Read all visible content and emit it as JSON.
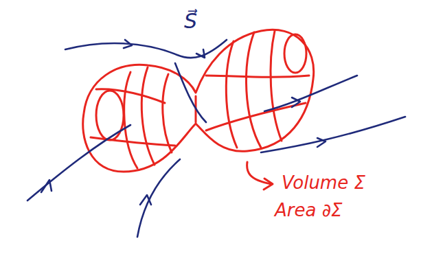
{
  "diagram": {
    "labels": [
      "S⃗",
      "Volume Σ",
      "Area ∂Σ"
    ]
  }
}
